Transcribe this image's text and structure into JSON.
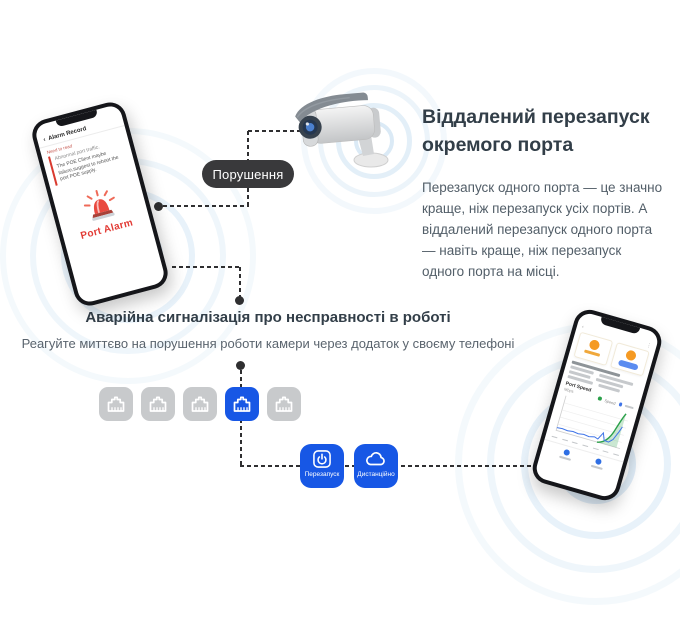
{
  "diagram": {
    "violation_label": "Порушення",
    "heading": "Аварійна сигналізація про несправності в роботі",
    "subheading": "Реагуйте миттєво на порушення роботи камери через додаток у своєму телефоні",
    "side_title": "Віддалений перезапуск окремого порта",
    "side_body": "Перезапуск одного порта — це значно краще, ніж перезапуск усіх портів. А віддалений перезапуск одного порта — навіть краще, ніж перезапуск одного порта на місці.",
    "restart_label": "Перезапуск",
    "remote_label": "Дистанційно"
  },
  "left_phone": {
    "back_icon": "‹",
    "app_title": "Alarm Record",
    "alert_tag": "Need to read",
    "alert_title": "Abnormal port traffic.",
    "alert_body": "The POE Client maybe failure,suggest to reboot the port POE supply.",
    "alarm_label": "Port Alarm"
  },
  "right_phone": {
    "chart": {
      "type": "line",
      "title": "Port Speed",
      "unit": "Mbps",
      "legend": [
        "Speed"
      ],
      "series_colors": [
        "#2ba04a",
        "#3f74e8"
      ]
    }
  },
  "icons": {
    "camera": "cctv-camera",
    "ports": "ethernet-port-icon",
    "restart": "power-icon",
    "remote": "cloud-icon",
    "alarm": "siren-icon"
  },
  "colors": {
    "accent_blue": "#1757e5",
    "pill_dark": "#39393b",
    "alarm_red": "#e23b35",
    "ripple_blue": "#d9e9f6",
    "port_gray": "#c8cacc",
    "orange": "#f59a23"
  }
}
